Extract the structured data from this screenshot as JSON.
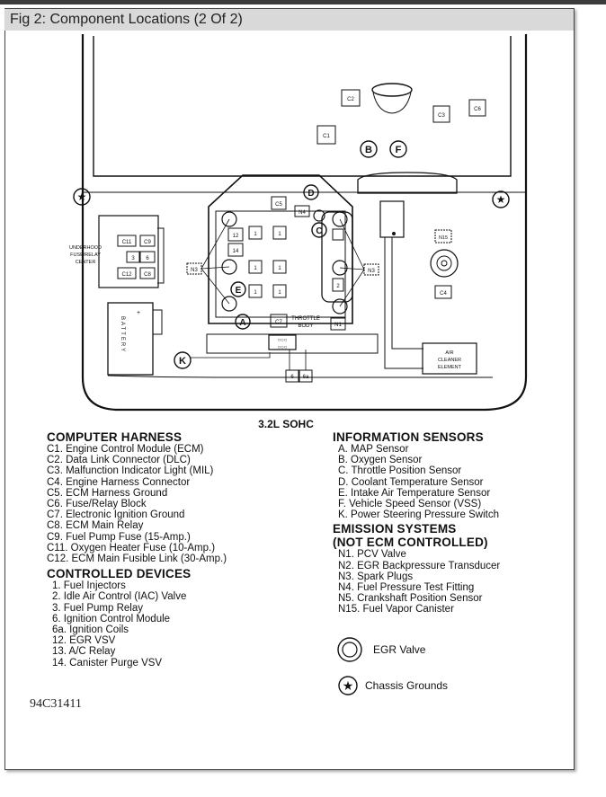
{
  "caption": "Fig 2: Component Locations (2 Of 2)",
  "engine_label": "3.2L SOHC",
  "figure_code": "94C31411",
  "diagram_labels": {
    "fuse_center": [
      "UNDERHOOD",
      "FUSE/RELAY",
      "CENTER"
    ],
    "battery": "BATTERY",
    "throttle_body": [
      "THROTTLE",
      "BODY"
    ],
    "air_cleaner": [
      "AIR",
      "CLEANER",
      "ELEMENT"
    ],
    "connectors": {
      "c1": "C1",
      "c2": "C2",
      "c3": "C3",
      "c4": "C4",
      "c5": "C5",
      "c6": "C6",
      "c7": "C7",
      "c9": "C9",
      "c11": "C11",
      "c12": "C12",
      "c8": "C8",
      "n1": "N1",
      "n3": "N3",
      "n4": "N4",
      "n15": "N15"
    },
    "fuse_nums": {
      "three": "3",
      "six": "6",
      "sixa": "6a"
    },
    "engine_nums": {
      "n12": "12",
      "n14": "14",
      "n1": "1",
      "n2": "2"
    },
    "letters": {
      "a": "A",
      "b": "B",
      "c": "C",
      "d": "D",
      "e": "E",
      "f": "F",
      "k": "K"
    }
  },
  "computer_harness": {
    "title": "COMPUTER HARNESS",
    "items": [
      "C1. Engine Control Module (ECM)",
      "C2. Data Link Connector (DLC)",
      "C3. Malfunction Indicator Light (MIL)",
      "C4. Engine Harness Connector",
      "C5. ECM Harness Ground",
      "C6. Fuse/Relay Block",
      "C7. Electronic Ignition Ground",
      "C8. ECM Main Relay",
      "C9. Fuel Pump Fuse (15-Amp.)",
      "C11. Oxygen Heater Fuse (10-Amp.)",
      "C12. ECM Main Fusible Link (30-Amp.)"
    ]
  },
  "controlled_devices": {
    "title": "CONTROLLED DEVICES",
    "items": [
      "1. Fuel Injectors",
      "2. Idle Air Control (IAC) Valve",
      "3. Fuel Pump Relay",
      "6. Ignition Control Module",
      "6a. Ignition Coils",
      "12. EGR VSV",
      "13. A/C Relay",
      "14. Canister Purge VSV"
    ]
  },
  "information_sensors": {
    "title": "INFORMATION SENSORS",
    "items": [
      "A. MAP Sensor",
      "B. Oxygen Sensor",
      "C. Throttle Position Sensor",
      "D. Coolant Temperature Sensor",
      "E. Intake Air Temperature Sensor",
      "F. Vehicle Speed Sensor (VSS)",
      "K. Power Steering Pressure Switch"
    ]
  },
  "emission_systems": {
    "title_line1": "EMISSION SYSTEMS",
    "title_line2": "(NOT ECM CONTROLLED)",
    "items": [
      "N1. PCV Valve",
      "N2. EGR Backpressure Transducer",
      "N3. Spark Plugs",
      "N4. Fuel Pressure Test Fitting",
      "N5. Crankshaft Position Sensor",
      "N15. Fuel Vapor Canister"
    ]
  },
  "key": {
    "egr_valve": "EGR Valve",
    "chassis_grounds": "Chassis Grounds"
  }
}
